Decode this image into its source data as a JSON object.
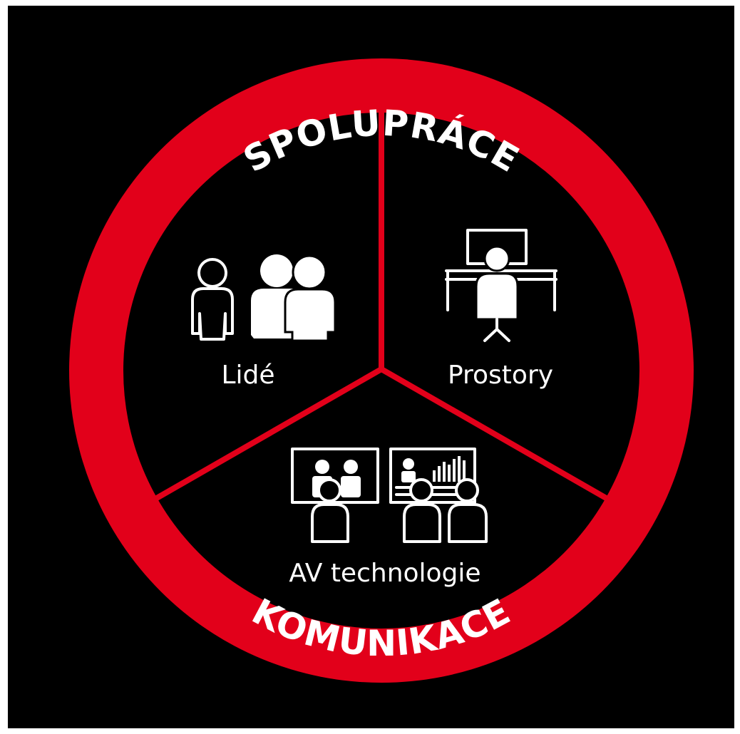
{
  "ring": {
    "top_label": "SPOLUPRÁCE",
    "bottom_label": "KOMUNIKACE"
  },
  "sectors": [
    {
      "label": "Lidé",
      "icon": "people-icon"
    },
    {
      "label": "Prostory",
      "icon": "workspace-desk-icon"
    },
    {
      "label": "AV technologie",
      "icon": "video-conference-icon"
    }
  ],
  "colors": {
    "background": "#000000",
    "ring": "#e2001a",
    "text": "#ffffff",
    "page": "#ffffff"
  }
}
